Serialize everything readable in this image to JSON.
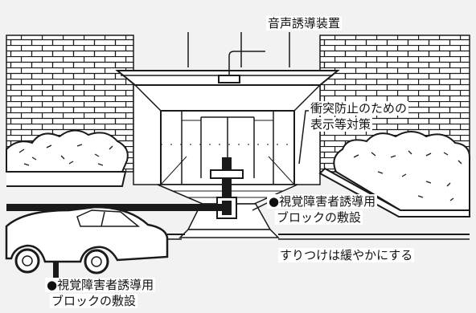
{
  "colors": {
    "background": "#f1f2f1",
    "line": "#1a1a1a",
    "paper": "#ffffff"
  },
  "labels": {
    "voice_device": "音声誘導装置",
    "collision_line1": "衝突防止のための",
    "collision_line2": "表示等対策",
    "block_right_line1": "●視覚障害者誘導用",
    "block_right_line2": "ブロックの敷設",
    "slope_note": "すりつけは緩やかにする",
    "block_left_line1": "●視覚障害者誘導用",
    "block_left_line2": "ブロックの敷設"
  }
}
